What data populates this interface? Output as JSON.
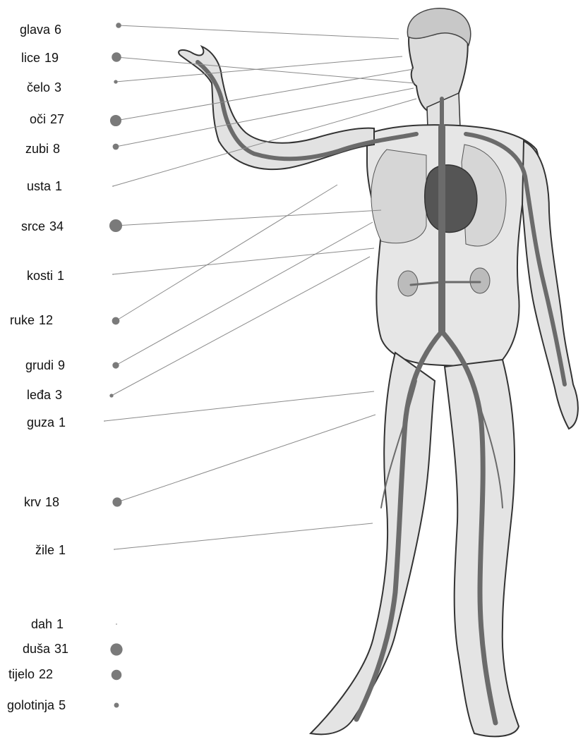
{
  "colors": {
    "marker": "#7a7a7a",
    "leader": "#8a8a8a",
    "vessel": "#6b6b6b",
    "body": "#e6e6e6",
    "outline": "#333333",
    "text": "#111111"
  },
  "figure": {
    "image": "human-anatomy-circulatory-system-drawing"
  },
  "terms": [
    {
      "id": "glava",
      "label": "glava",
      "count": "6",
      "value": 6
    },
    {
      "id": "lice",
      "label": "lice",
      "count": "19",
      "value": 19
    },
    {
      "id": "celo",
      "label": "čelo",
      "count": "3",
      "value": 3
    },
    {
      "id": "oci",
      "label": "oči",
      "count": "27",
      "value": 27
    },
    {
      "id": "zubi",
      "label": "zubi",
      "count": "8",
      "value": 8
    },
    {
      "id": "usta",
      "label": "usta",
      "count": "1",
      "value": 1
    },
    {
      "id": "srce",
      "label": "srce",
      "count": "34",
      "value": 34
    },
    {
      "id": "kosti",
      "label": "kosti",
      "count": "1",
      "value": 1
    },
    {
      "id": "ruke",
      "label": "ruke",
      "count": "12",
      "value": 12
    },
    {
      "id": "grudi",
      "label": "grudi",
      "count": "9",
      "value": 9
    },
    {
      "id": "leda",
      "label": "leđa",
      "count": "3",
      "value": 3
    },
    {
      "id": "guza",
      "label": "guza",
      "count": "1",
      "value": 1
    },
    {
      "id": "krv",
      "label": "krv",
      "count": "18",
      "value": 18
    },
    {
      "id": "zile",
      "label": "žile",
      "count": "1",
      "value": 1
    },
    {
      "id": "dah",
      "label": "dah",
      "count": "1",
      "value": 1
    },
    {
      "id": "dusa",
      "label": "duša",
      "count": "31",
      "value": 31
    },
    {
      "id": "tijelo",
      "label": "tijelo",
      "count": "22",
      "value": 22
    },
    {
      "id": "golotinja",
      "label": "golotinja",
      "count": "5",
      "value": 5
    }
  ]
}
